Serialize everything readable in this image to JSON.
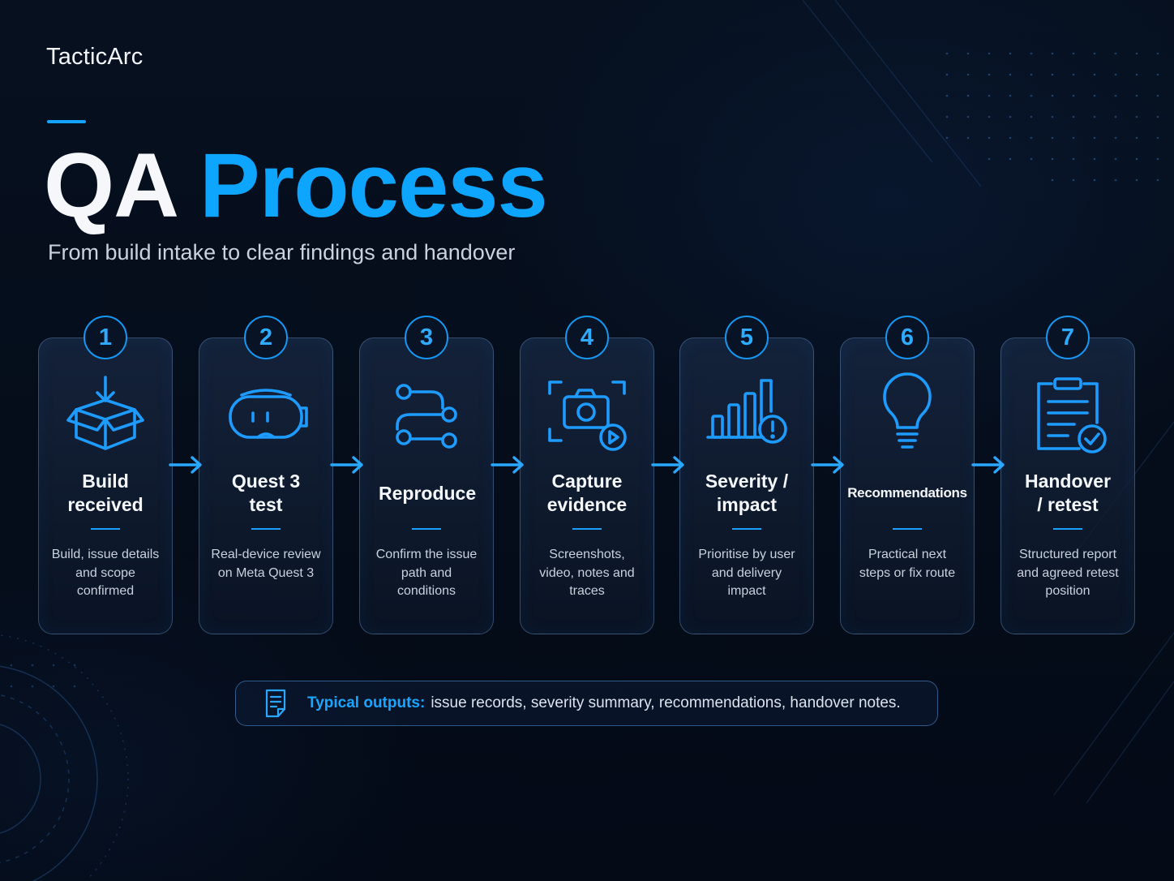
{
  "brand": "TacticArc",
  "title": {
    "word1": "QA",
    "word2": "Process"
  },
  "subtitle": "From build intake to clear findings and handover",
  "colors": {
    "accent": "#0ea5ff",
    "background": "#050b17",
    "card_border": "#3d5678",
    "text": "#eef3fb"
  },
  "steps": [
    {
      "number": "1",
      "title": "Build received",
      "description": "Build, issue details and scope confirmed",
      "icon": "box-download-icon"
    },
    {
      "number": "2",
      "title": "Quest 3 test",
      "description": "Real-device review on Meta Quest 3",
      "icon": "vr-headset-icon"
    },
    {
      "number": "3",
      "title": "Reproduce",
      "description": "Confirm the issue path and conditions",
      "icon": "route-path-icon"
    },
    {
      "number": "4",
      "title": "Capture evidence",
      "description": "Screenshots, video, notes and traces",
      "icon": "camera-capture-icon"
    },
    {
      "number": "5",
      "title": "Severity / impact",
      "description": "Prioritise by user and delivery impact",
      "icon": "bar-chart-alert-icon"
    },
    {
      "number": "6",
      "title": "Recommendations",
      "description": "Practical next steps or fix route",
      "icon": "lightbulb-icon"
    },
    {
      "number": "7",
      "title": "Handover / retest",
      "description": "Structured report and agreed retest position",
      "icon": "clipboard-check-icon"
    }
  ],
  "outputs": {
    "label": "Typical outputs:",
    "text": "issue records, severity summary, recommendations, handover notes.",
    "icon": "document-icon"
  }
}
